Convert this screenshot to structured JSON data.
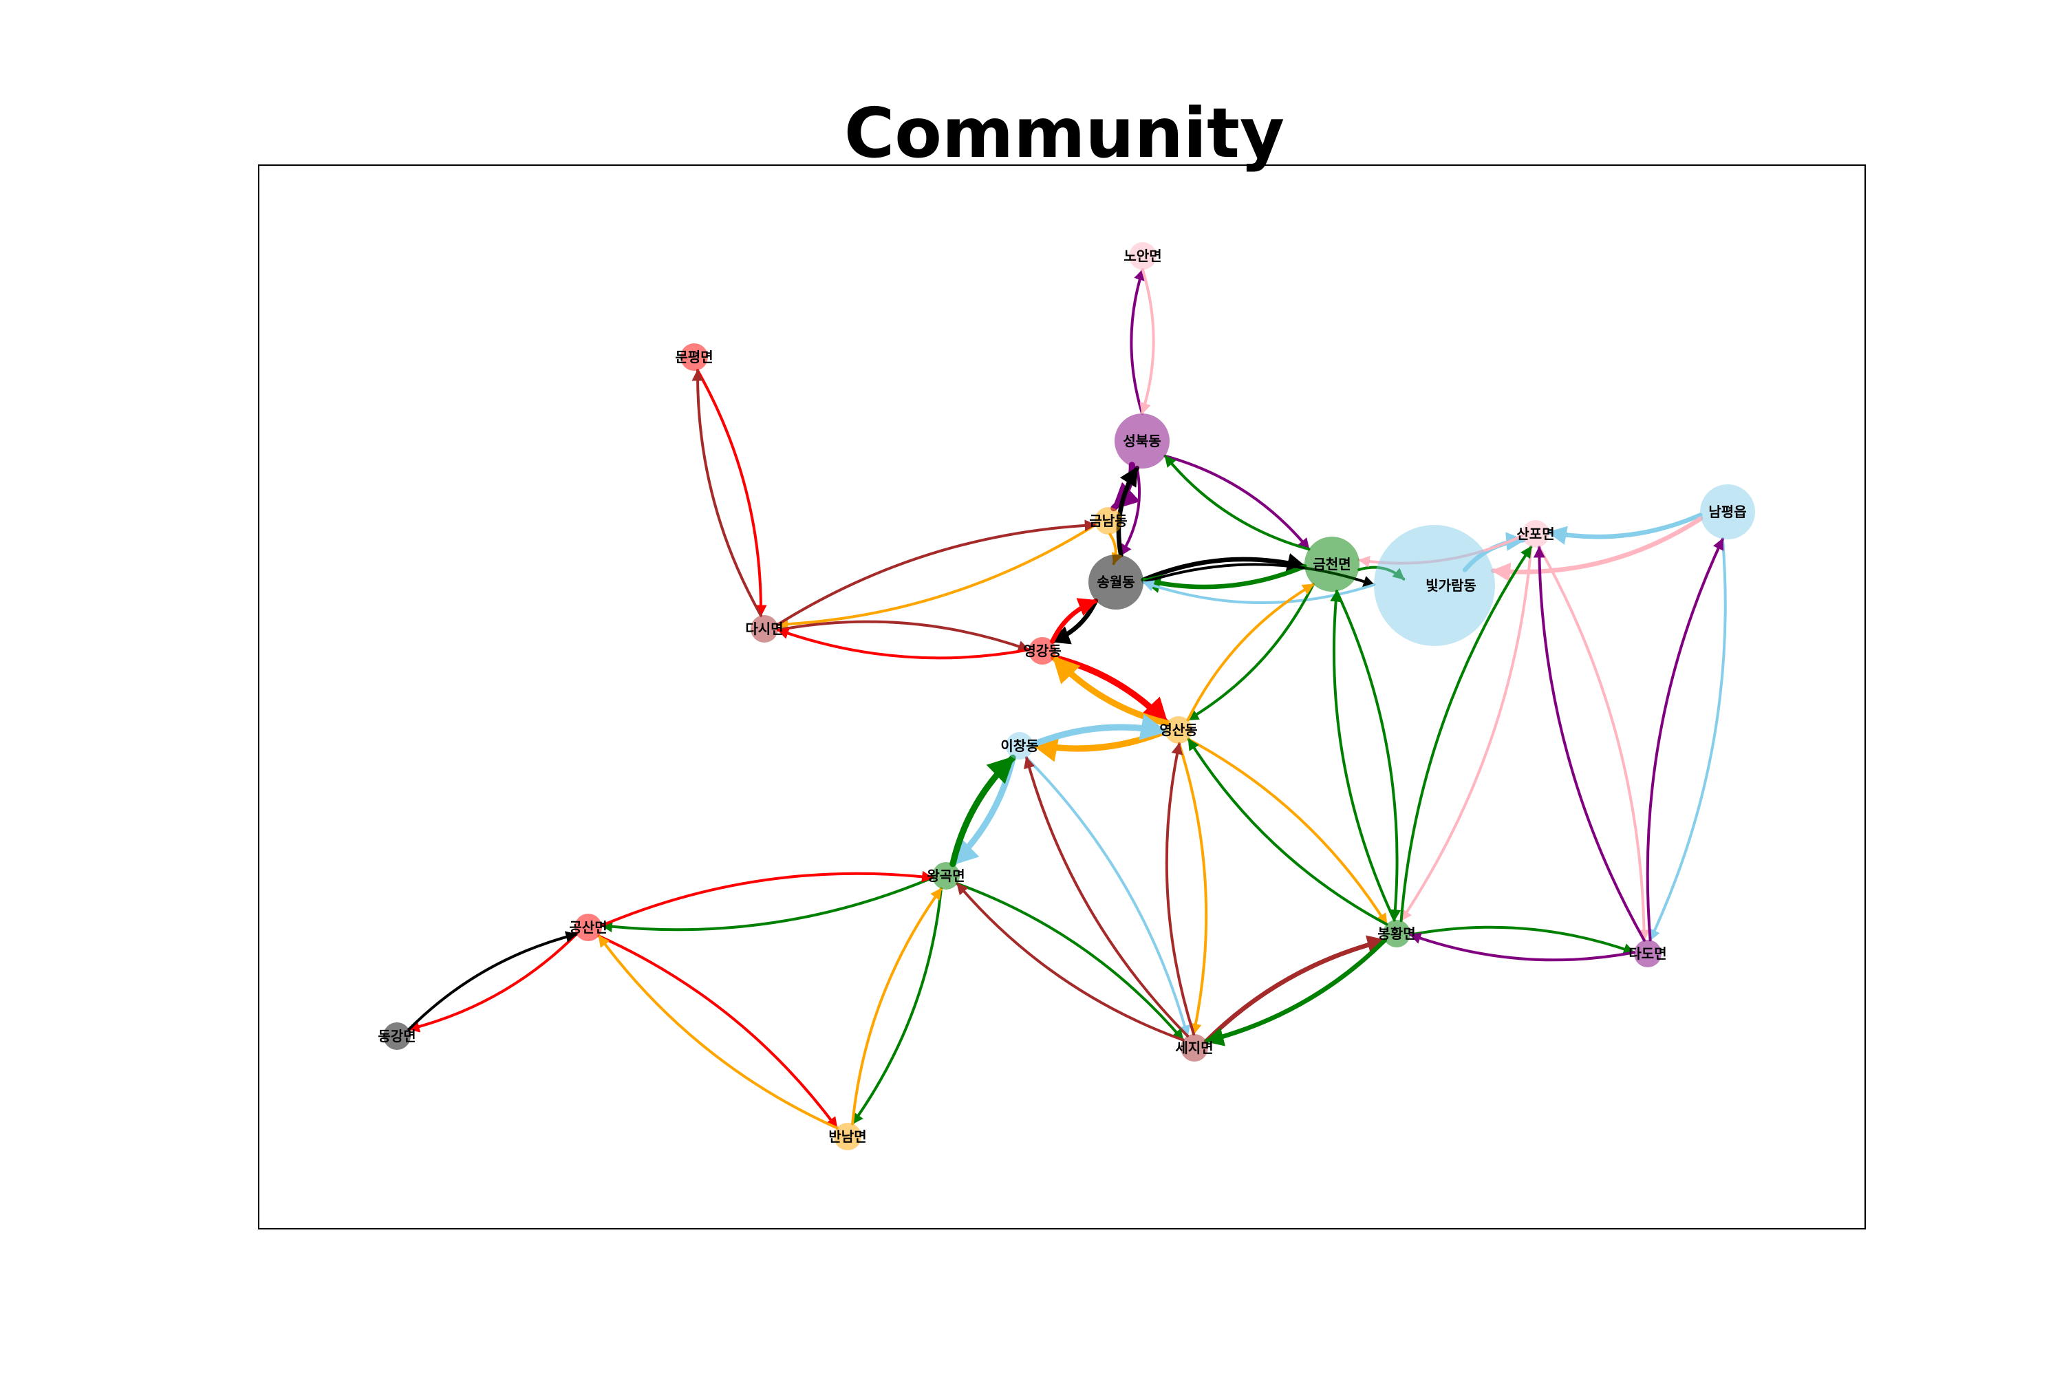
{
  "title": "Community",
  "frame": {
    "axes_visible": false,
    "border_color": "#000000"
  },
  "colors": {
    "red": "#ff0000",
    "brown": "#a52a2a",
    "orange": "#ffa500",
    "green": "#008000",
    "purple": "#800080",
    "black": "#000000",
    "skyblue": "#87ceeb",
    "pink": "#ffb6c1"
  },
  "nodes": [
    {
      "id": "노안면",
      "color": "pink",
      "size": "small"
    },
    {
      "id": "문평면",
      "color": "red",
      "size": "small"
    },
    {
      "id": "성북동",
      "color": "purple",
      "size": "medium"
    },
    {
      "id": "금남동",
      "color": "orange",
      "size": "small"
    },
    {
      "id": "송월동",
      "color": "black",
      "size": "medium"
    },
    {
      "id": "금천면",
      "color": "green",
      "size": "medium"
    },
    {
      "id": "빛가람동",
      "color": "skyblue",
      "size": "large"
    },
    {
      "id": "산포면",
      "color": "pink",
      "size": "small"
    },
    {
      "id": "남평읍",
      "color": "skyblue",
      "size": "medium"
    },
    {
      "id": "다시면",
      "color": "brown",
      "size": "small"
    },
    {
      "id": "영강동",
      "color": "red",
      "size": "small"
    },
    {
      "id": "영산동",
      "color": "orange",
      "size": "small"
    },
    {
      "id": "이창동",
      "color": "skyblue",
      "size": "small"
    },
    {
      "id": "왕곡면",
      "color": "green",
      "size": "small"
    },
    {
      "id": "공산면",
      "color": "red",
      "size": "small"
    },
    {
      "id": "동강면",
      "color": "black",
      "size": "small"
    },
    {
      "id": "반남면",
      "color": "orange",
      "size": "small"
    },
    {
      "id": "세지면",
      "color": "brown",
      "size": "small"
    },
    {
      "id": "봉황면",
      "color": "green",
      "size": "small"
    },
    {
      "id": "다도면",
      "color": "purple",
      "size": "small"
    }
  ],
  "edges": [
    {
      "source": "성북동",
      "target": "노안면",
      "color": "purple",
      "weight": 1
    },
    {
      "source": "노안면",
      "target": "성북동",
      "color": "pink",
      "weight": 1
    },
    {
      "source": "문평면",
      "target": "다시면",
      "color": "red",
      "weight": 1
    },
    {
      "source": "다시면",
      "target": "문평면",
      "color": "brown",
      "weight": 1
    },
    {
      "source": "성북동",
      "target": "금남동",
      "color": "purple",
      "weight": 3
    },
    {
      "source": "성북동",
      "target": "송월동",
      "color": "purple",
      "weight": 1
    },
    {
      "source": "송월동",
      "target": "성북동",
      "color": "black",
      "weight": 2
    },
    {
      "source": "성북동",
      "target": "금천면",
      "color": "purple",
      "weight": 1
    },
    {
      "source": "금천면",
      "target": "성북동",
      "color": "green",
      "weight": 1
    },
    {
      "source": "금남동",
      "target": "다시면",
      "color": "orange",
      "weight": 1
    },
    {
      "source": "다시면",
      "target": "금남동",
      "color": "brown",
      "weight": 1
    },
    {
      "source": "금남동",
      "target": "송월동",
      "color": "orange",
      "weight": 1
    },
    {
      "source": "송월동",
      "target": "금천면",
      "color": "black",
      "weight": 2
    },
    {
      "source": "금천면",
      "target": "송월동",
      "color": "green",
      "weight": 2
    },
    {
      "source": "송월동",
      "target": "빛가람동",
      "color": "black",
      "weight": 1
    },
    {
      "source": "빛가람동",
      "target": "송월동",
      "color": "skyblue",
      "weight": 1
    },
    {
      "source": "송월동",
      "target": "영강동",
      "color": "black",
      "weight": 2
    },
    {
      "source": "영강동",
      "target": "송월동",
      "color": "red",
      "weight": 2
    },
    {
      "source": "금천면",
      "target": "빛가람동",
      "color": "green",
      "weight": 1
    },
    {
      "source": "빛가람동",
      "target": "산포면",
      "color": "skyblue",
      "weight": 2
    },
    {
      "source": "산포면",
      "target": "금천면",
      "color": "pink",
      "weight": 1
    },
    {
      "source": "남평읍",
      "target": "산포면",
      "color": "skyblue",
      "weight": 2
    },
    {
      "source": "남평읍",
      "target": "빛가람동",
      "color": "pink",
      "weight": 2
    },
    {
      "source": "다시면",
      "target": "영강동",
      "color": "brown",
      "weight": 1
    },
    {
      "source": "영강동",
      "target": "다시면",
      "color": "red",
      "weight": 1
    },
    {
      "source": "영강동",
      "target": "영산동",
      "color": "red",
      "weight": 3
    },
    {
      "source": "영산동",
      "target": "영강동",
      "color": "orange",
      "weight": 3
    },
    {
      "source": "영산동",
      "target": "이창동",
      "color": "orange",
      "weight": 3
    },
    {
      "source": "이창동",
      "target": "영산동",
      "color": "skyblue",
      "weight": 3
    },
    {
      "source": "금천면",
      "target": "영산동",
      "color": "green",
      "weight": 1
    },
    {
      "source": "영산동",
      "target": "금천면",
      "color": "orange",
      "weight": 1
    },
    {
      "source": "금천면",
      "target": "봉황면",
      "color": "green",
      "weight": 1
    },
    {
      "source": "봉황면",
      "target": "금천면",
      "color": "green",
      "weight": 1
    },
    {
      "source": "산포면",
      "target": "봉황면",
      "color": "pink",
      "weight": 1
    },
    {
      "source": "봉황면",
      "target": "산포면",
      "color": "green",
      "weight": 1
    },
    {
      "source": "산포면",
      "target": "다도면",
      "color": "pink",
      "weight": 1
    },
    {
      "source": "다도면",
      "target": "산포면",
      "color": "purple",
      "weight": 1
    },
    {
      "source": "남평읍",
      "target": "다도면",
      "color": "skyblue",
      "weight": 1
    },
    {
      "source": "다도면",
      "target": "남평읍",
      "color": "purple",
      "weight": 1
    },
    {
      "source": "이창동",
      "target": "왕곡면",
      "color": "skyblue",
      "weight": 3
    },
    {
      "source": "왕곡면",
      "target": "이창동",
      "color": "green",
      "weight": 3
    },
    {
      "source": "이창동",
      "target": "세지면",
      "color": "skyblue",
      "weight": 1
    },
    {
      "source": "세지면",
      "target": "이창동",
      "color": "brown",
      "weight": 1
    },
    {
      "source": "영산동",
      "target": "세지면",
      "color": "orange",
      "weight": 1
    },
    {
      "source": "세지면",
      "target": "영산동",
      "color": "brown",
      "weight": 1
    },
    {
      "source": "영산동",
      "target": "봉황면",
      "color": "orange",
      "weight": 1
    },
    {
      "source": "봉황면",
      "target": "영산동",
      "color": "green",
      "weight": 1
    },
    {
      "source": "왕곡면",
      "target": "공산면",
      "color": "green",
      "weight": 1
    },
    {
      "source": "공산면",
      "target": "왕곡면",
      "color": "red",
      "weight": 1
    },
    {
      "source": "왕곡면",
      "target": "반남면",
      "color": "green",
      "weight": 1
    },
    {
      "source": "반남면",
      "target": "왕곡면",
      "color": "orange",
      "weight": 1
    },
    {
      "source": "왕곡면",
      "target": "세지면",
      "color": "green",
      "weight": 1
    },
    {
      "source": "세지면",
      "target": "왕곡면",
      "color": "brown",
      "weight": 1
    },
    {
      "source": "공산면",
      "target": "동강면",
      "color": "red",
      "weight": 1
    },
    {
      "source": "동강면",
      "target": "공산면",
      "color": "black",
      "weight": 1
    },
    {
      "source": "공산면",
      "target": "반남면",
      "color": "red",
      "weight": 1
    },
    {
      "source": "반남면",
      "target": "공산면",
      "color": "orange",
      "weight": 1
    },
    {
      "source": "세지면",
      "target": "봉황면",
      "color": "brown",
      "weight": 2
    },
    {
      "source": "봉황면",
      "target": "세지면",
      "color": "green",
      "weight": 2
    },
    {
      "source": "봉황면",
      "target": "다도면",
      "color": "green",
      "weight": 1
    },
    {
      "source": "다도면",
      "target": "봉황면",
      "color": "purple",
      "weight": 1
    }
  ]
}
